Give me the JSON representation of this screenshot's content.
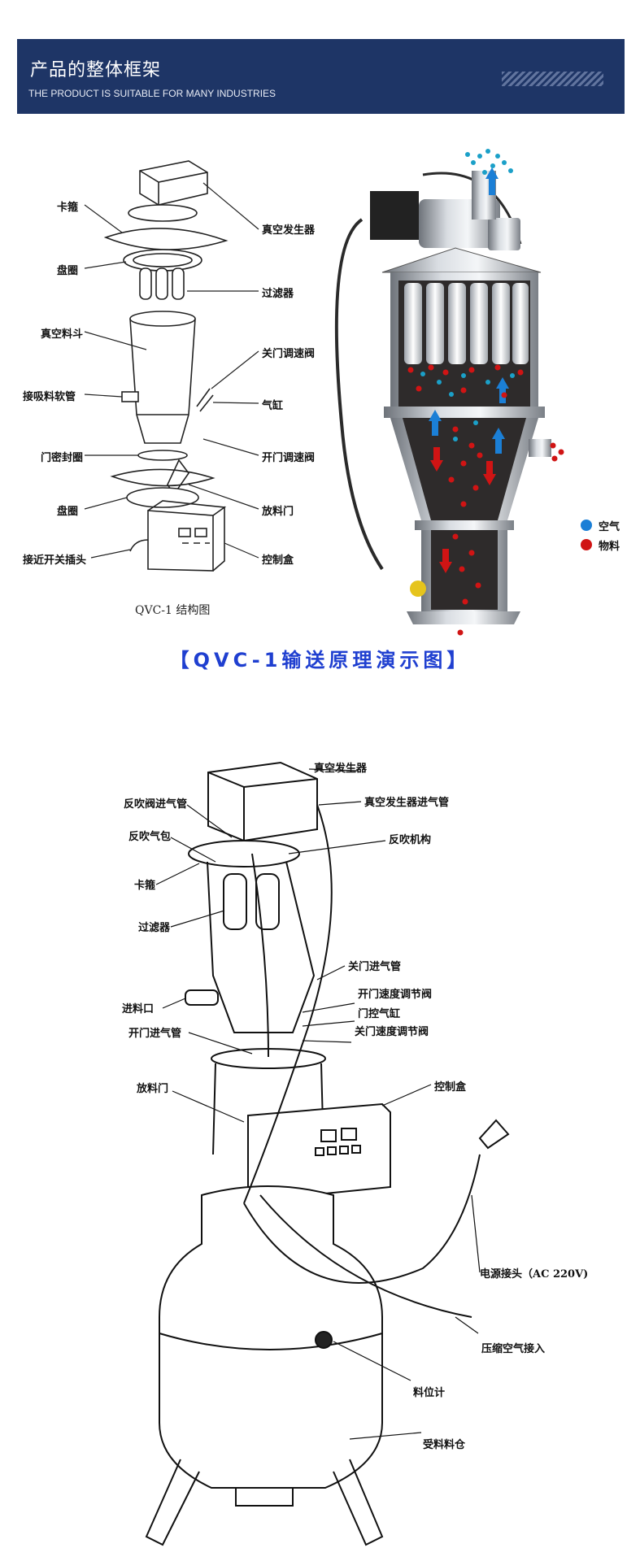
{
  "banner": {
    "title": "产品的整体框架",
    "subtitle": "THE PRODUCT IS SUITABLE FOR MANY INDUSTRIES"
  },
  "diagram1": {
    "labels": {
      "clamp": "卡箍",
      "vacuum_generator": "真空发生器",
      "tray_ring": "盘圈",
      "filter": "过滤器",
      "vacuum_hopper": "真空料斗",
      "close_valve": "关门调速阀",
      "feed_hose": "接吸料软管",
      "cylinder": "气缸",
      "door_seal": "门密封圈",
      "open_valve": "开门调速阀",
      "tray_ring2": "盘圈",
      "discharge_door": "放料门",
      "proximity_plug": "接近开关插头",
      "control_box": "控制盒"
    },
    "caption": "QVC-1 结构图"
  },
  "photo": {
    "legend_air": "空气",
    "legend_material": "物料",
    "color_air": "#1b7fd6",
    "color_material": "#d01414"
  },
  "demo_title": "【QVC-1输送原理演示图】",
  "diagram2": {
    "labels": {
      "vacuum_generator": "真空发生器",
      "blowback_inlet": "反吹阀进气管",
      "generator_inlet": "真空发生器进气管",
      "blowback_bag": "反吹气包",
      "blowback_mech": "反吹机构",
      "clamp": "卡箍",
      "filter": "过滤器",
      "close_inlet": "关门进气管",
      "open_speed": "开门速度调节阀",
      "feed_port": "进料口",
      "door_cylinder": "门控气缸",
      "open_inlet": "开门进气管",
      "close_speed": "关门速度调节阀",
      "discharge_door": "放料门",
      "control_box": "控制盒",
      "power_plug": "电源接头（AC 220V)",
      "air_inlet": "压缩空气接入",
      "level_meter": "料位计",
      "receiving_bin": "受料料仓"
    }
  }
}
